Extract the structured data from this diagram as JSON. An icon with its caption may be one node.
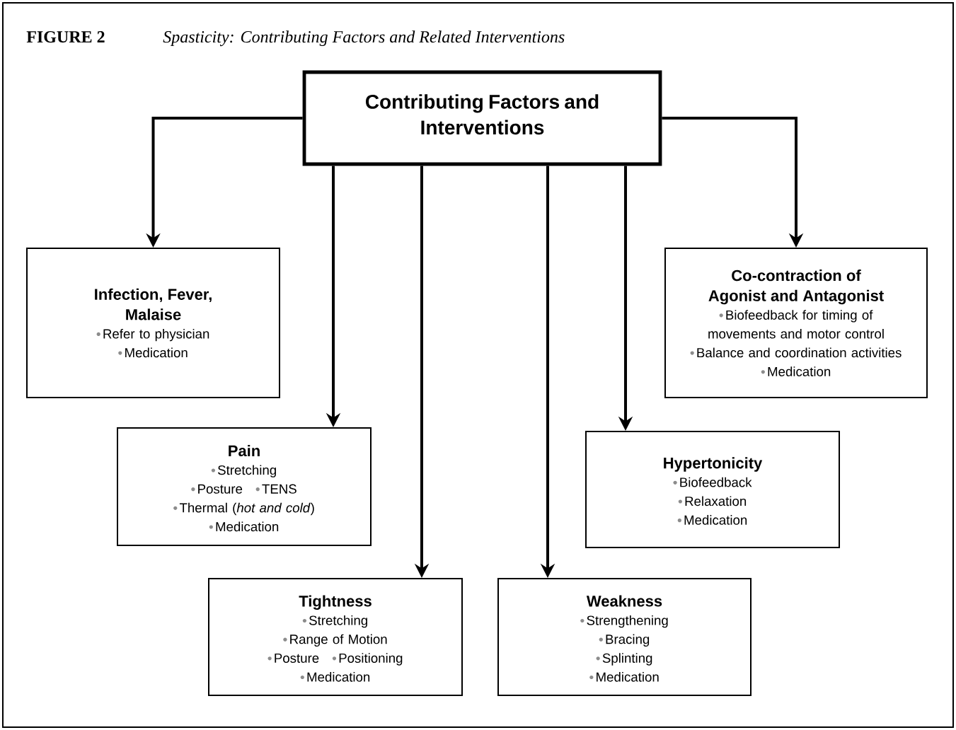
{
  "diagram": {
    "title": "Spasticity: Contributing Factors and Related Interventions",
    "nodes": [
      {
        "text": [
          "Contributing Factors and Interventions"
        ]
      },
      {
        "text": [
          "Infection, Fever, Malaise",
          "Refer to physician",
          "Medication"
        ]
      },
      {
        "text": [
          "Pain",
          "Stretching",
          "Posture",
          "TENS",
          "Thermal (*hot and cold*)",
          "Medication"
        ]
      },
      {
        "text": [
          "Tightness",
          "Stretching",
          "Range of Motion",
          "Posture",
          "Positioning",
          "Medication"
        ]
      },
      {
        "text": [
          "Weakness",
          "Strengthening",
          "Bracing",
          "Splinting",
          "Medication"
        ]
      },
      {
        "text": [
          "Hypertonicity",
          "Biofeedback",
          "Relaxation",
          "Medication"
        ]
      },
      {
        "text": [
          "Co-contraction of Agonist and Antagonist",
          "Biofeedback for timing of movements and motor control",
          "Balance and coordination activities",
          "Medication"
        ]
      }
    ],
    "edges": [
      {
        "from": 0,
        "to": 1,
        "arrow": "to"
      },
      {
        "from": 0,
        "to": 2,
        "arrow": "to"
      },
      {
        "from": 0,
        "to": 3,
        "arrow": "to"
      },
      {
        "from": 0,
        "to": 4,
        "arrow": "to"
      },
      {
        "from": 0,
        "to": 5,
        "arrow": "to"
      },
      {
        "from": 0,
        "to": 6,
        "arrow": "to"
      }
    ],
    "labels": [
      "FIGURE 2"
    ]
  }
}
